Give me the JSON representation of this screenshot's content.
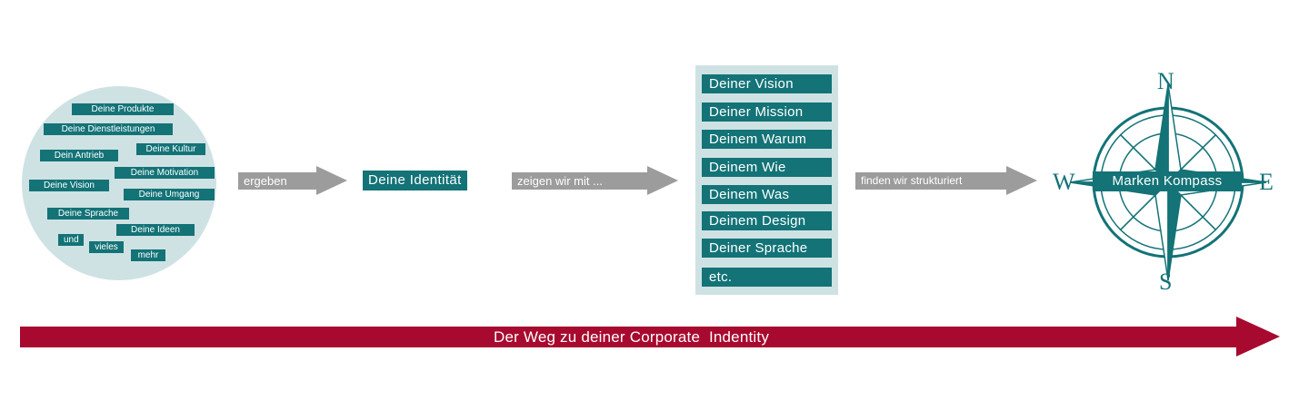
{
  "circle": {
    "tags": [
      "Deine Produkte",
      "Deine Dienstleistungen",
      "Dein Antrieb",
      "Deine Kultur",
      "Deine Motivation",
      "Deine Vision",
      "Deine Umgang",
      "Deine Sprache",
      "Deine Ideen",
      "und",
      "vieles",
      "mehr"
    ]
  },
  "arrows": {
    "first": "ergeben",
    "second": "zeigen wir mit ...",
    "third": "finden wir strukturiert"
  },
  "identity": "Deine Identität",
  "panel": {
    "items": [
      "Deiner Vision",
      "Deiner Mission",
      "Deinem Warum",
      "Deinem Wie",
      "Deinem Was",
      "Deinem Design",
      "Deiner Sprache",
      "etc."
    ]
  },
  "compass": {
    "north": "N",
    "south": "S",
    "west": "W",
    "east": "E",
    "label": "Marken Kompass"
  },
  "timeline": "Der Weg zu deiner Corporate  Indentity",
  "colors": {
    "teal": "#137377",
    "light_teal": "#cfe2e3",
    "grey": "#9c9c9c",
    "crimson": "#a8092e"
  },
  "icons": [
    "compass-rose-icon"
  ]
}
